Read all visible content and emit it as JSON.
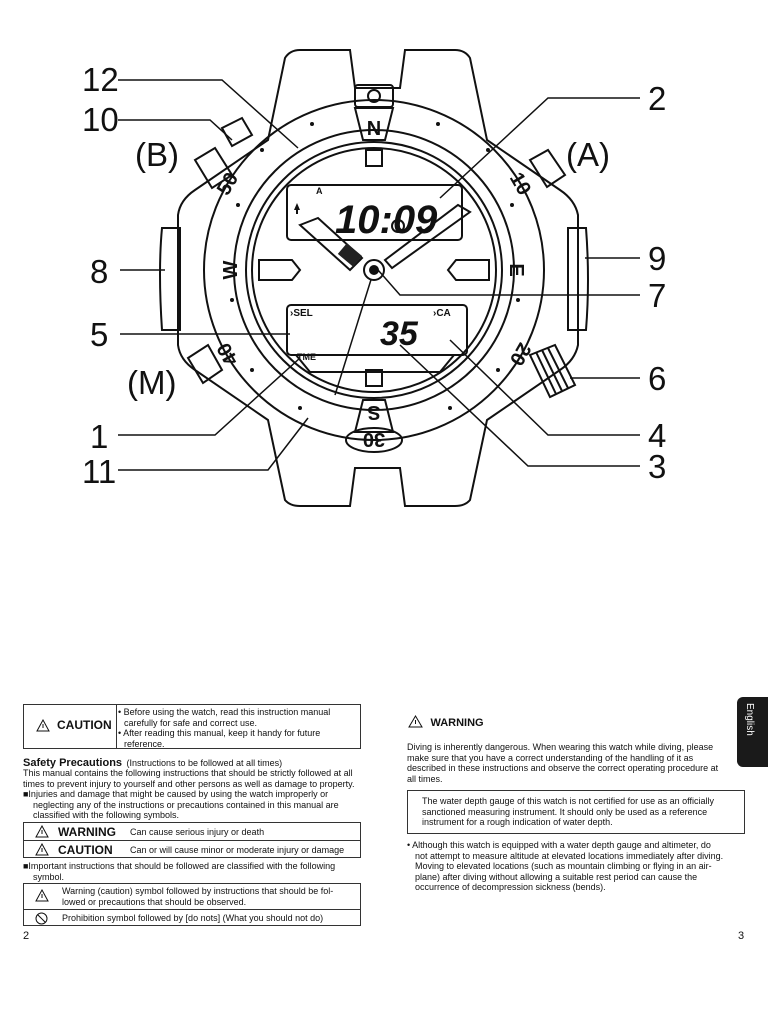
{
  "diagram": {
    "callouts": {
      "c12": "12",
      "c10": "10",
      "cB": "(B)",
      "c8": "8",
      "c5": "5",
      "cM": "(M)",
      "c1": "1",
      "c11": "11",
      "c2": "2",
      "cA": "(A)",
      "c9": "9",
      "c7": "7",
      "c6": "6",
      "c4": "4",
      "c3": "3"
    },
    "bezel": {
      "n": "N",
      "s": "S",
      "e": "E",
      "w": "W",
      "b50": "50",
      "b10": "10",
      "b20": "20",
      "b40": "40",
      "b30": "30"
    },
    "lcd": {
      "time": "10:09",
      "a_indicator": "A",
      "depth": "35",
      "sel": "›SEL",
      "ca": "›CA",
      "tme": "TME"
    }
  },
  "left_page": {
    "caution_box": {
      "label": "CAUTION",
      "bullet1_l1": "• Before using the watch, read this instruction manual",
      "bullet1_l2": "carefully for safe and correct use.",
      "bullet2_l1": "• After reading this manual, keep it handy for future",
      "bullet2_l2": "reference."
    },
    "heading": "Safety Precautions",
    "heading_note": "(Instructions to be followed at all times)",
    "intro_l1": "This manual contains the following instructions that should be strictly followed at all",
    "intro_l2": "times to prevent injury to yourself and other persons as well as damage to property.",
    "injury_l1": "■Injuries and damage that might be caused by using the watch improperly or",
    "injury_l2": "neglecting any of the instructions or precautions contained in this manual are",
    "injury_l3": "classified with the following symbols.",
    "levels": [
      {
        "label": "WARNING",
        "desc": "Can cause serious injury or death"
      },
      {
        "label": "CAUTION",
        "desc": "Can or will cause minor or moderate injury or damage"
      }
    ],
    "important_l1": "■Important instructions that should be followed are classified with the following",
    "important_l2": "symbol.",
    "symbols": {
      "warn_l1": "Warning (caution) symbol followed by instructions that should be fol-",
      "warn_l2": "lowed or precautions that should be observed.",
      "prohibit": "Prohibition symbol followed by [do nots] (What you should not do)"
    },
    "page_number": "2"
  },
  "right_page": {
    "warning_label": "WARNING",
    "dive_l1": "Diving is inherently dangerous.  When wearing this watch while diving, please",
    "dive_l2": "make sure that you have a correct understanding of the handling of it as",
    "dive_l3": "described in these instructions and observe the correct operating procedure at",
    "dive_l4": "all times.",
    "box_l1": "The water depth gauge of this watch is not certified for use as an officially",
    "box_l2": "sanctioned measuring instrument.  It should only be used as a reference",
    "box_l3": "instrument for a rough indication of water depth.",
    "bul_l1": "• Although this watch is equipped with a water depth gauge and altimeter, do",
    "bul_l2": "not attempt to measure altitude at elevated locations immediately after diving.",
    "bul_l3": "Moving to elevated locations (such as mountain climbing or flying in an air-",
    "bul_l4": "plane) after diving without allowing a suitable rest period can cause the",
    "bul_l5": "occurrence of decompression sickness (bends).",
    "page_number": "3",
    "tab": "English"
  }
}
